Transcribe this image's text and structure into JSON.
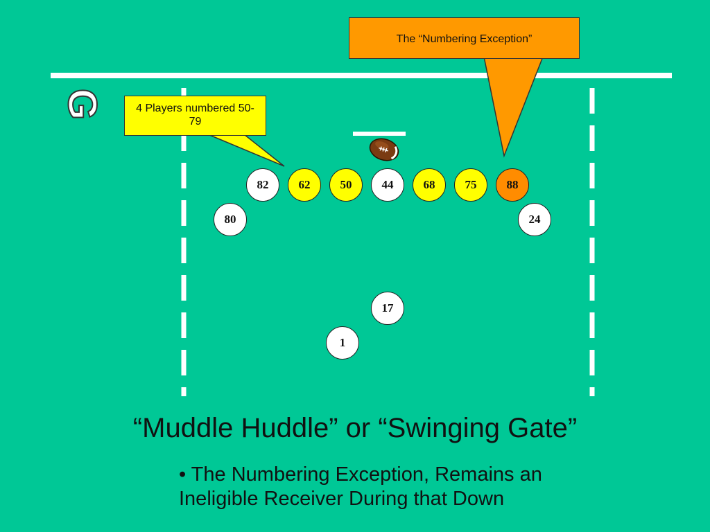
{
  "title": "“Muddle Huddle” or “Swinging Gate”",
  "bullet": "• The Numbering Exception, Remains an Ineligible Receiver During that Down",
  "callouts": {
    "numbering_exception": "The “Numbering Exception”",
    "players_numbered": "4 Players numbered 50-79"
  },
  "colors": {
    "field": "#00C896",
    "ineligible_player": "#FFFF00",
    "exception_player": "#FF8C00",
    "eligible_player": "#FFFFFF",
    "yellow_callout": "#FFFF00",
    "orange_callout": "#FF9900"
  },
  "yard_marker": "G",
  "icons": {
    "ball": "football-icon"
  },
  "players": [
    {
      "number": "82",
      "role": "eligible"
    },
    {
      "number": "62",
      "role": "ineligible"
    },
    {
      "number": "50",
      "role": "ineligible"
    },
    {
      "number": "44",
      "role": "eligible"
    },
    {
      "number": "68",
      "role": "ineligible"
    },
    {
      "number": "75",
      "role": "ineligible"
    },
    {
      "number": "88",
      "role": "exception"
    },
    {
      "number": "80",
      "role": "eligible"
    },
    {
      "number": "24",
      "role": "eligible"
    },
    {
      "number": "17",
      "role": "eligible"
    },
    {
      "number": "1",
      "role": "eligible"
    }
  ]
}
